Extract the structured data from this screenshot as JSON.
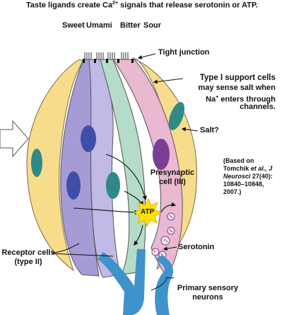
{
  "title": {
    "prefix": "Taste ligands create Ca",
    "sup": "2+",
    "suffix": " signals that release serotonin or ATP."
  },
  "receptors": {
    "sweet": "Sweet",
    "umami": "Umami",
    "bitter": "Bitter",
    "sour": "Sour"
  },
  "labels": {
    "tight_junction": "Tight junction",
    "type1_title": "Type I support cells",
    "type1_l1": "may sense salt when",
    "type1_l2_pre": "Na",
    "type1_l2_sup": "+",
    "type1_l2_post": " enters through",
    "type1_l3": "channels.",
    "salt": "Salt?",
    "presyn_l1": "Presynaptic",
    "presyn_l2": "cell (III)",
    "atp": "ATP",
    "serotonin": "Serotonin",
    "receptor_l1": "Receptor cells",
    "receptor_l2": "(type II)",
    "primary_l1": "Primary sensory",
    "primary_l2": "neurons"
  },
  "citation": {
    "l1": "(Based on",
    "l2_pre": "Tomchik ",
    "l2_em": "et al., J",
    "l3_em": "Neurosci",
    "l3_post": " 27(40):",
    "l4": "10840–10848,",
    "l5": "2007.)"
  },
  "colors": {
    "support_cell": "#f7dc8c",
    "receptor_cell_purple": "#a79bd6",
    "receptor_cell_lavender": "#c1b9e6",
    "receptor_cell_green": "#b4dcc9",
    "presynaptic_cell": "#eab8d0",
    "nucleus_blue": "#3e4fa8",
    "nucleus_teal": "#2f8a86",
    "nucleus_purple": "#7a3f93",
    "nerve": "#3f93cc",
    "atp_star": "#ffe200"
  }
}
